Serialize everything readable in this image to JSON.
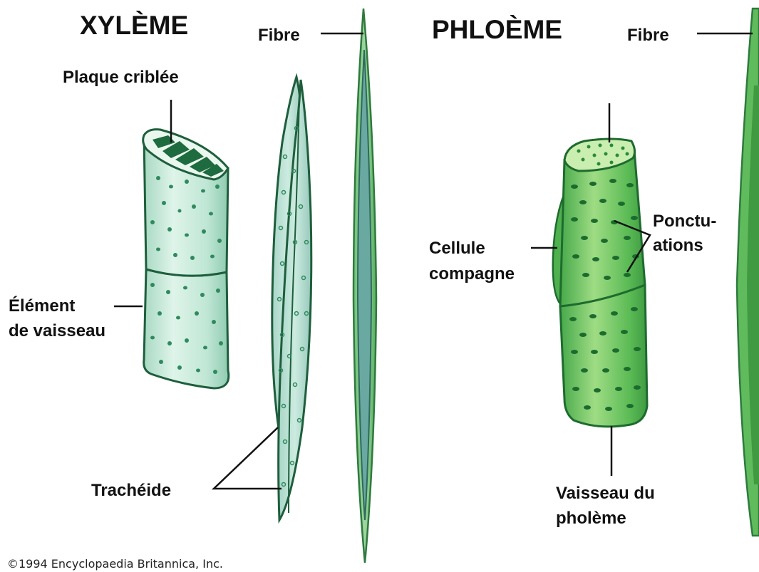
{
  "xylem": {
    "title": "XYLÈME",
    "labels": {
      "fibre": "Fibre",
      "sieve_plate": "Plaque criblée",
      "vessel_element_line1": "Élément",
      "vessel_element_line2": "de vaisseau",
      "tracheid": "Trachéide"
    }
  },
  "phloem": {
    "title": "PHLOÈME",
    "labels": {
      "fibre": "Fibre",
      "pits_line1": "Ponctu-",
      "pits_line2": "ations",
      "companion_cell_line1": "Cellule",
      "companion_cell_line2": "compagne",
      "sieve_tube_line1": "Vaisseau du",
      "sieve_tube_line2": "pholème"
    }
  },
  "copyright": "©1994 Encyclopaedia Britannica, Inc.",
  "colors": {
    "xylem_cell_fill": "#cfeedd",
    "xylem_cell_shade": "#9fd3bb",
    "xylem_outline": "#1e5e3c",
    "xylem_pit": "#2f8a5e",
    "tracheid_fill": "#b9ded2",
    "fibre_outer": "#5fba6a",
    "fibre_inner": "#6fa9a4",
    "phloem_fill": "#5fc25e",
    "phloem_light": "#a9e08e",
    "phloem_pit": "#1c6b2e",
    "line": "#111111"
  }
}
